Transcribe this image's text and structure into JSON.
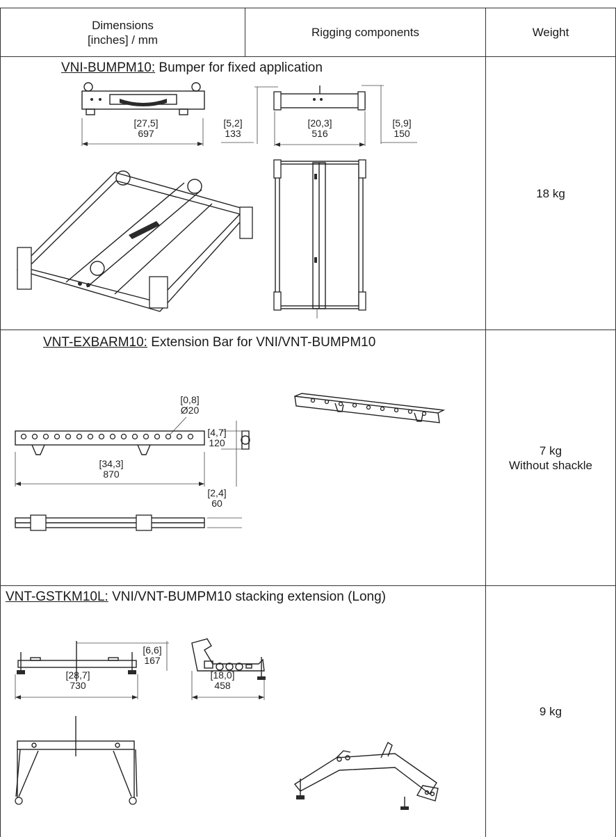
{
  "header": {
    "col_dimensions": [
      "Dimensions",
      "[inches] / mm"
    ],
    "col_rigging": "Rigging components",
    "col_weight": "Weight"
  },
  "rows": [
    {
      "code": "VNI-BUMPM10:",
      "description": " Bumper for fixed application",
      "weight": [
        "18 kg"
      ],
      "dims": [
        {
          "inches": "[27,5]",
          "mm": "697"
        },
        {
          "inches": "[5,2]",
          "mm": "133"
        },
        {
          "inches": "[20,3]",
          "mm": "516"
        },
        {
          "inches": "[5,9]",
          "mm": "150"
        }
      ]
    },
    {
      "code": "VNT-EXBARM10:",
      "description": " Extension Bar for VNI/VNT-BUMPM10",
      "weight": [
        "7 kg",
        "Without shackle"
      ],
      "dims": [
        {
          "inches": "[0,8]",
          "mm": "Ø20"
        },
        {
          "inches": "[34,3]",
          "mm": "870"
        },
        {
          "inches": "[4,7]",
          "mm": "120"
        },
        {
          "inches": "[2,4]",
          "mm": "60"
        }
      ]
    },
    {
      "code": "VNT-GSTKM10L:",
      "description": " VNI/VNT-BUMPM10 stacking extension (Long)",
      "weight": [
        "9 kg"
      ],
      "dims": [
        {
          "inches": "[6,6]",
          "mm": "167"
        },
        {
          "inches": "[28,7]",
          "mm": "730"
        },
        {
          "inches": "[18,0]",
          "mm": "458"
        }
      ]
    }
  ]
}
